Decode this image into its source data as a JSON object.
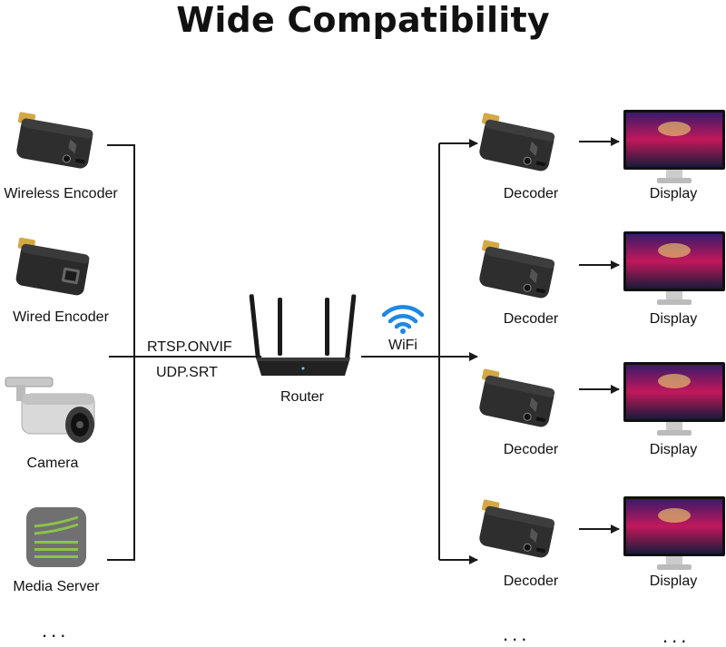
{
  "title": "Wide Compatibility",
  "sources": [
    {
      "label": "Wireless Encoder",
      "icon": "wireless-encoder-icon"
    },
    {
      "label": "Wired Encoder",
      "icon": "wired-encoder-icon"
    },
    {
      "label": "Camera",
      "icon": "camera-icon"
    },
    {
      "label": "Media Server",
      "icon": "media-server-icon"
    }
  ],
  "source_more": "...",
  "protocols": [
    "RTSP.ONVIF",
    "UDP.SRT"
  ],
  "router": {
    "label": "Router",
    "icon": "router-icon"
  },
  "wifi": {
    "label": "WiFi",
    "icon": "wifi-icon"
  },
  "outputs": [
    {
      "decoder_label": "Decoder",
      "display_label": "Display"
    },
    {
      "decoder_label": "Decoder",
      "display_label": "Display"
    },
    {
      "decoder_label": "Decoder",
      "display_label": "Display"
    },
    {
      "decoder_label": "Decoder",
      "display_label": "Display"
    }
  ],
  "decoder_more": "...",
  "display_more": "...",
  "colors": {
    "line": "#1a1a1a",
    "wifi": "#1e88e5",
    "device": "#2b2b2b",
    "media_server": "#707070",
    "media_server_stripes": "#8bc34a"
  }
}
